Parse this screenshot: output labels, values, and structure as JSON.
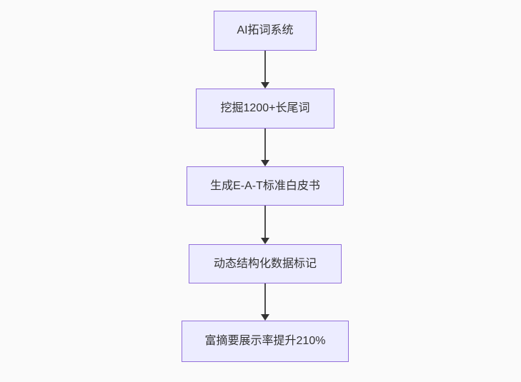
{
  "diagram": {
    "type": "flowchart",
    "direction": "top-down",
    "nodes": [
      {
        "id": "A",
        "label": "AI拓词系统"
      },
      {
        "id": "B",
        "label": "挖掘1200+长尾词"
      },
      {
        "id": "C",
        "label": "生成E-A-T标准白皮书"
      },
      {
        "id": "D",
        "label": "动态结构化数据标记"
      },
      {
        "id": "E",
        "label": "富摘要展示率提升210%"
      }
    ],
    "edges": [
      {
        "from": "A",
        "to": "B"
      },
      {
        "from": "B",
        "to": "C"
      },
      {
        "from": "C",
        "to": "D"
      },
      {
        "from": "D",
        "to": "E"
      }
    ],
    "colors": {
      "background": "#fafafa",
      "node_fill": "#ECECFF",
      "node_border": "#9370DB",
      "node_text": "#333333",
      "edge_line": "#4d4d4d",
      "edge_arrow": "#333333"
    }
  }
}
